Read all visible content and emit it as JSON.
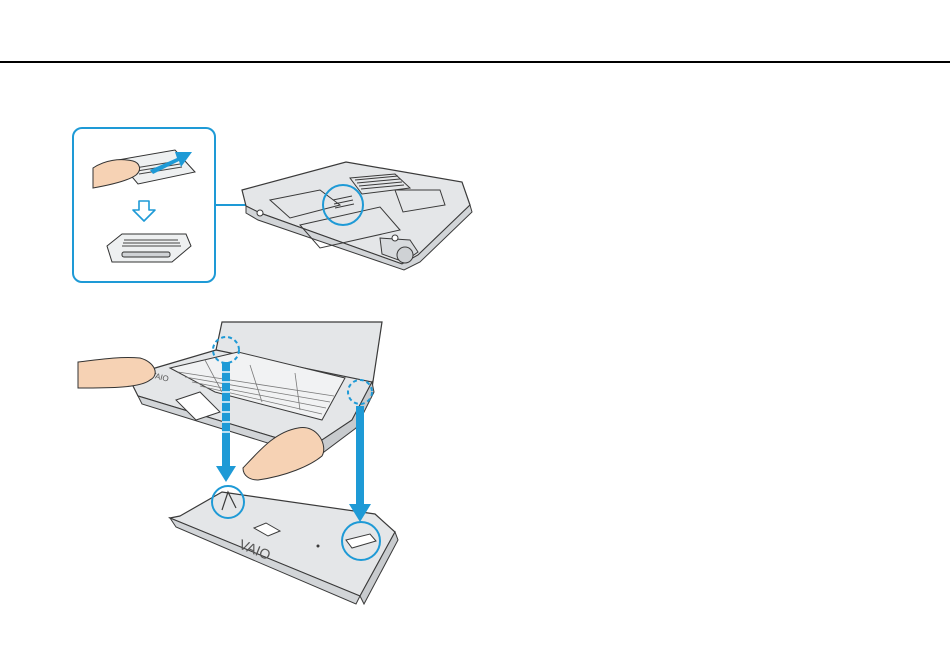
{
  "colors": {
    "accent": "#1e9ad6",
    "rule": "#000000",
    "device_fill": "#e4e6e8",
    "device_stroke": "#3a3a3a",
    "skin": "#f6d2b4"
  },
  "figures": {
    "top": {
      "inset_step1": "slide-latch-cover",
      "inset_step2": "latch-exposed",
      "device": "laptop-underside"
    },
    "bottom": {
      "device": "laptop-on-docking-station",
      "dock_logo": "VAIO"
    }
  }
}
